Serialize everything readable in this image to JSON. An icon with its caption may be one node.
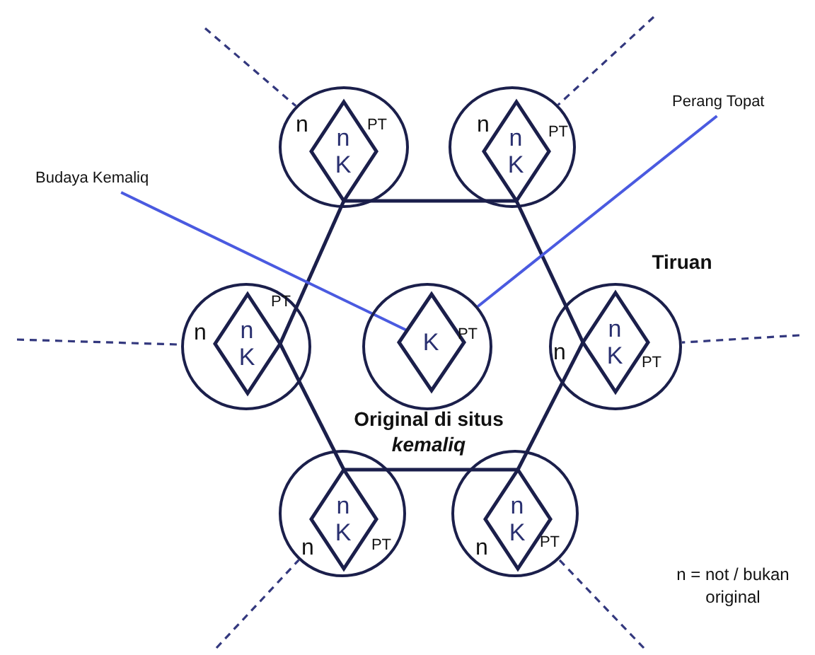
{
  "diagram": {
    "nodes": [
      {
        "text": [
          "Budaya Kemaliq"
        ]
      },
      {
        "text": [
          "Perang Topat"
        ]
      },
      {
        "text": [
          "n",
          "PT"
        ]
      },
      {
        "text": [
          "n K"
        ],
        "in": 2
      },
      {
        "text": [
          "n",
          "PT"
        ]
      },
      {
        "text": [
          "n K"
        ],
        "in": 4
      },
      {
        "text": [
          "n",
          "PT"
        ]
      },
      {
        "text": [
          "n K"
        ],
        "in": 6
      },
      {
        "text": [
          "PT"
        ]
      },
      {
        "text": [
          "K"
        ],
        "in": 8
      },
      {
        "text": [
          "n",
          "PT"
        ]
      },
      {
        "text": [
          "n K"
        ],
        "in": 10
      },
      {
        "text": [
          "n",
          "PT"
        ]
      },
      {
        "text": [
          "n K"
        ],
        "in": 12
      },
      {
        "text": [
          "n",
          "PT"
        ]
      },
      {
        "text": [
          "n K"
        ],
        "in": 14
      }
    ],
    "edges": [
      {
        "from": 3,
        "to": 5,
        "arrow": "none"
      },
      {
        "from": 5,
        "to": 11,
        "arrow": "none"
      },
      {
        "from": 11,
        "to": 15,
        "arrow": "none"
      },
      {
        "from": 15,
        "to": 13,
        "arrow": "none"
      },
      {
        "from": 13,
        "to": 7,
        "arrow": "none"
      },
      {
        "from": 7,
        "to": 3,
        "arrow": "none"
      },
      {
        "from": 0,
        "to": 9,
        "arrow": "none",
        "color": "#4a5ae0"
      },
      {
        "from": 1,
        "to": 8,
        "arrow": "none",
        "color": "#4a5ae0"
      },
      {
        "from": null,
        "to": 2,
        "arrow": "none",
        "style": "dashed"
      },
      {
        "from": null,
        "to": 4,
        "arrow": "none",
        "style": "dashed"
      },
      {
        "from": null,
        "to": 6,
        "arrow": "none",
        "style": "dashed"
      },
      {
        "from": null,
        "to": 10,
        "arrow": "none",
        "style": "dashed"
      },
      {
        "from": null,
        "to": 12,
        "arrow": "none",
        "style": "dashed"
      },
      {
        "from": null,
        "to": 14,
        "arrow": "none",
        "style": "dashed"
      }
    ],
    "labels": [
      "Tiruan",
      "Original di situs *kemaliq*",
      "n = not / bukan original"
    ]
  }
}
